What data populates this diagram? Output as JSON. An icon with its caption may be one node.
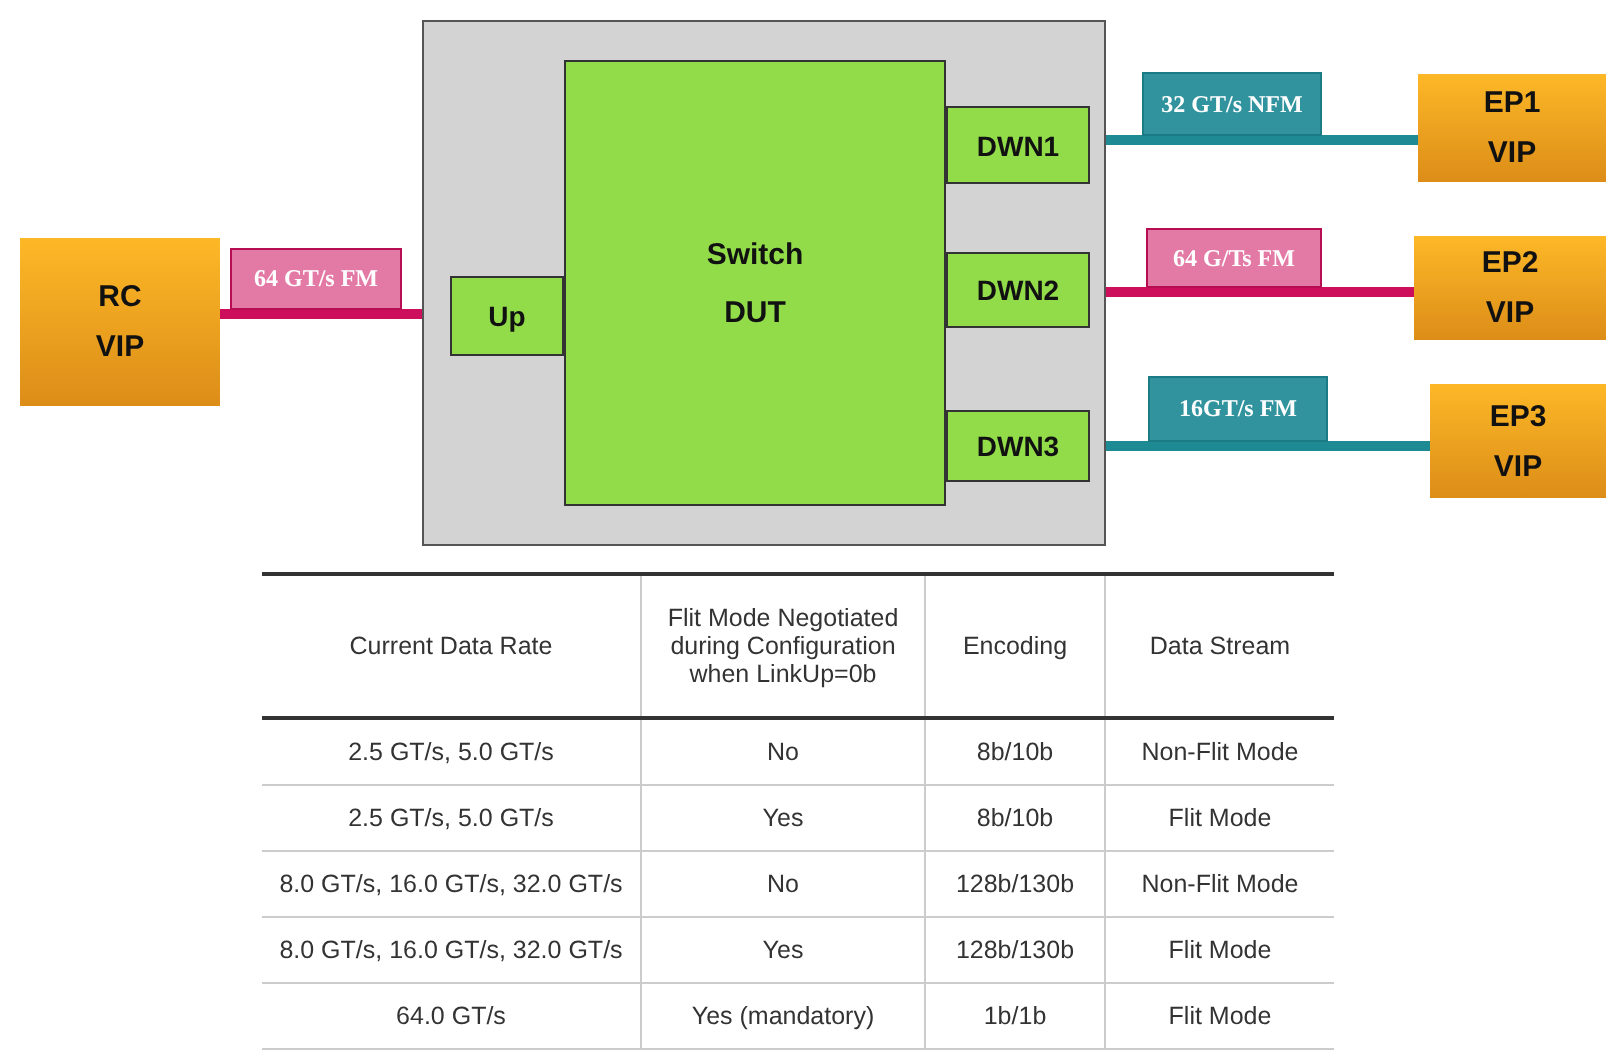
{
  "diagram": {
    "nodes": [
      {
        "text": [],
        "shape": "box"
      },
      {
        "text": [
          "Switch",
          "DUT"
        ],
        "in": 0
      },
      {
        "text": [
          "Up"
        ],
        "in": 0
      },
      {
        "text": [
          "DWN1"
        ],
        "in": 0
      },
      {
        "text": [
          "DWN2"
        ],
        "in": 0
      },
      {
        "text": [
          "DWN3"
        ],
        "in": 0
      },
      {
        "text": [
          "RC",
          "VIP"
        ]
      },
      {
        "text": [
          "EP1",
          "VIP"
        ]
      },
      {
        "text": [
          "EP2",
          "VIP"
        ]
      },
      {
        "text": [
          "EP3",
          "VIP"
        ]
      }
    ],
    "edges": [
      {
        "from": 6,
        "to": 2,
        "arrow": "none",
        "label": "64 GT/s FM",
        "color": "#cc0e5c"
      },
      {
        "from": 3,
        "to": 7,
        "arrow": "none",
        "label": "32 GT/s NFM",
        "color": "#1e8a94"
      },
      {
        "from": 4,
        "to": 8,
        "arrow": "none",
        "label": "64 G/Ts FM",
        "color": "#cc0e5c"
      },
      {
        "from": 5,
        "to": 9,
        "arrow": "none",
        "label": "16GT/s FM",
        "color": "#1e8a94"
      }
    ],
    "labels": [
      "Current Data Rate",
      "Flit Mode Negotiated during Configuration when LinkUp=0b",
      "Encoding",
      "Data Stream",
      "2.5 GT/s, 5.0 GT/s",
      "No",
      "8b/10b",
      "Non-Flit Mode",
      "2.5 GT/s, 5.0 GT/s",
      "Yes",
      "8b/10b",
      "Flit Mode",
      "8.0 GT/s, 16.0 GT/s, 32.0 GT/s",
      "No",
      "128b/130b",
      "Non-Flit Mode",
      "8.0 GT/s, 16.0 GT/s, 32.0 GT/s",
      "Yes",
      "128b/130b",
      "Flit Mode",
      "64.0 GT/s",
      "Yes (mandatory)",
      "1b/1b",
      "Flit Mode"
    ]
  }
}
